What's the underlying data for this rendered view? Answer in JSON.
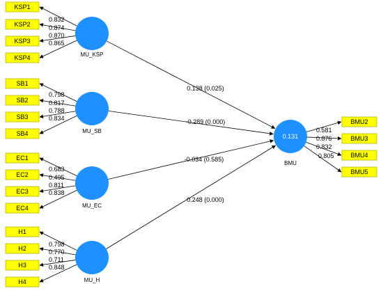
{
  "colors": {
    "construct": "#1e90ff",
    "indicator": "#ffff00",
    "line": "#000000"
  },
  "constructs": [
    {
      "id": "mu_ksp",
      "label": "MU_KSP",
      "indicators": [
        "KSP1",
        "KSP2",
        "KSP3",
        "KSP4"
      ],
      "loadings": [
        "0.832",
        "0.874",
        "0.870",
        "0.865"
      ],
      "path": "0.138 (0.025)"
    },
    {
      "id": "mu_sb",
      "label": "MU_SB",
      "indicators": [
        "SB1",
        "SB2",
        "SB3",
        "SB4"
      ],
      "loadings": [
        "0.798",
        "0.817",
        "0.788",
        "0.834"
      ],
      "path": "-0.289 (0.000)"
    },
    {
      "id": "mu_ec",
      "label": "MU_EC",
      "indicators": [
        "EC1",
        "EC2",
        "EC3",
        "EC4"
      ],
      "loadings": [
        "0.683",
        "0.495",
        "0.811",
        "0.838"
      ],
      "path": "-0.034 (0.585)"
    },
    {
      "id": "mu_h",
      "label": "MU_H",
      "indicators": [
        "H1",
        "H2",
        "H3",
        "H4"
      ],
      "loadings": [
        "0.798",
        "0.770",
        "0.711",
        "0.848"
      ],
      "path": "0.248 (0.000)"
    }
  ],
  "target": {
    "id": "bmu",
    "label": "BMU",
    "r2": "0.131",
    "indicators": [
      "BMU2",
      "BMU3",
      "BMU4",
      "BMU5"
    ],
    "loadings": [
      "0.581",
      "0.876",
      "0.832",
      "0.805"
    ]
  }
}
